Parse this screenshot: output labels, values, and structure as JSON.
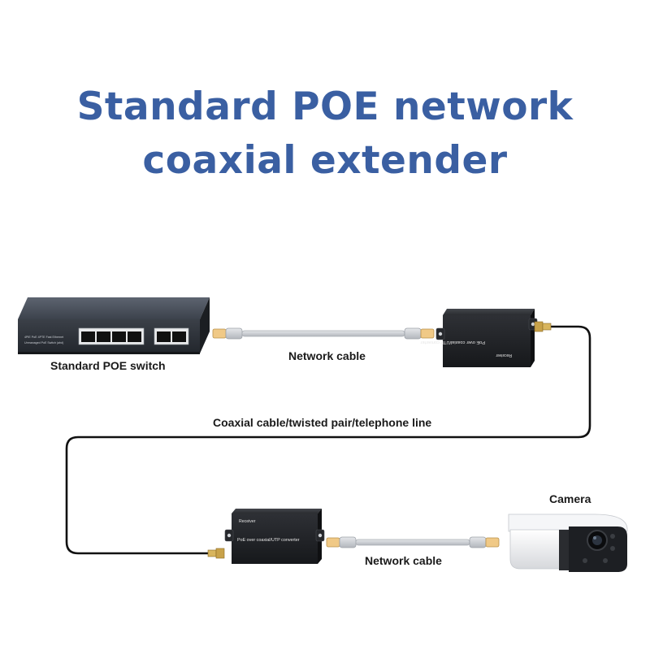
{
  "title": {
    "line1": "Standard POE network",
    "line2": "coaxial extender"
  },
  "labels": {
    "switch": "Standard POE switch",
    "network_cable_top": "Network cable",
    "coax_line": "Coaxial cable/twisted pair/telephone line",
    "camera": "Camera",
    "network_cable_bottom": "Network cable"
  },
  "devices": {
    "switch_text": "4PIE PoE 4PTE Fast Ethernet",
    "switch_text2": "Unmanaged PoE Switch (ahd)",
    "transmitter_text": "PoE over coaxial/UTP converter",
    "transmitter_role": "Receiver",
    "receiver_role": "Receiver",
    "receiver_text": "PoE over coaxial/UTP converter"
  },
  "colors": {
    "title": "#3a5fa2",
    "device_body": "#2b2d31",
    "cable_gray": "#c9ccd1",
    "coax_black": "#111111"
  }
}
